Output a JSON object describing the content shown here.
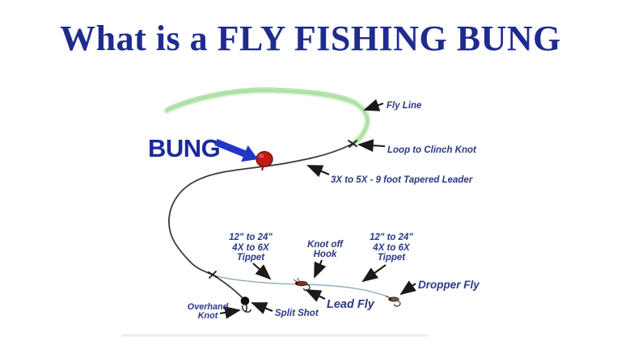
{
  "title": "What is a FLY FISHING BUNG",
  "colors": {
    "title_text": "#1f2b8e",
    "label_text": "#2b3985",
    "bung_text": "#1b2a9b",
    "arrow_blue": "#2236c5",
    "arrow_black": "#1a1a1a",
    "fly_line": "#abe2a2",
    "fly_line_halo": "#d9f2d3",
    "leader_line": "#3a3a3c",
    "tippet_line": "#8ba6ba",
    "bung_fill": "#bf1c13",
    "bung_stroke": "#7c0f09"
  },
  "diagram": {
    "bung_label": "BUNG",
    "labels": {
      "fly_line": "Fly Line",
      "loop_to_clinch_knot": "Loop to Clinch Knot",
      "tapered_leader": "3X to 5X - 9 foot Tapered Leader",
      "tippet_left": [
        "12\" to 24\"",
        "4X to 6X",
        "Tippet"
      ],
      "knot_off_hook": [
        "Knot off",
        "Hook"
      ],
      "tippet_right": [
        "12\" to 24\"",
        "4X to 6X",
        "Tippet"
      ],
      "overhand_knot": [
        "Overhand",
        "Knot"
      ],
      "split_shot": "Split Shot",
      "lead_fly": "Lead Fly",
      "dropper_fly": "Dropper Fly"
    }
  }
}
